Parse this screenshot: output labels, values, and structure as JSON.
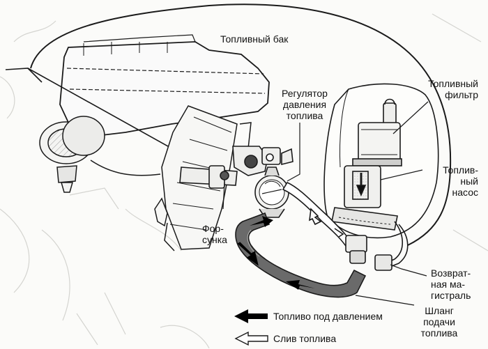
{
  "labels": {
    "tank": "Топливный бак",
    "regulator": "Регулятор\nдавления\nтоплива",
    "filter": "Топливный\nфильтр",
    "pump": "Топлив-\nный\nнасос",
    "injector": "Фор-\nсунка",
    "return_line": "Возврат-\nная ма-\nгистраль",
    "supply_hose": "Шланг\nподачи\nтоплива"
  },
  "legend": {
    "pressure": "Топливо под давлением",
    "drain": "Слив топлива"
  },
  "colors": {
    "line": "#1a1a1a",
    "pressure_arrow": "#000000",
    "drain_arrow": "#ffffff",
    "hose_fill": "#6a6a6a"
  }
}
